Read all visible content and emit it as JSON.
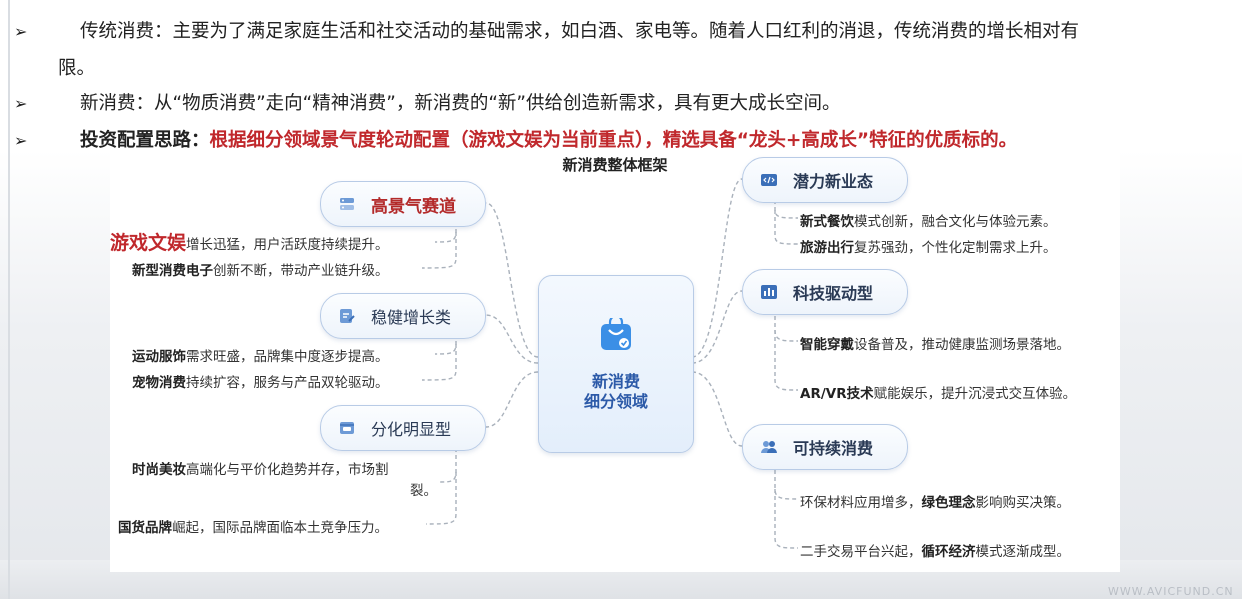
{
  "bullets": {
    "arrow_glyph": "➢",
    "line1_a": "传统消费：主要为了满足家庭生活和社交活动的基础需求，如白酒、家电等。随着人口红利的消退，传统消费的增长相对有",
    "line1_b": "限。",
    "line2": "新消费：从“物质消费”走向“精神消费”，新消费的“新”供给创造新需求，具有更大成长空间。",
    "line3_label": "投资配置思路：",
    "line3_text": "根据细分领域景气度轮动配置（游戏文娱为当前重点），精选具备“龙头+高成长”特征的优质标的。"
  },
  "framework": {
    "title": "新消费整体框架",
    "center_line1": "新消费",
    "center_line2": "细分领域",
    "left": [
      {
        "label": "高景气赛道",
        "icon": "server-icon",
        "items": [
          {
            "bold": "游戏文娱",
            "text": "增长迅猛，用户活跃度持续提升。"
          },
          {
            "bold": "新型消费电子",
            "text": "创新不断，带动产业链升级。"
          }
        ]
      },
      {
        "label": "稳健增长类",
        "icon": "edit-icon",
        "items": [
          {
            "bold": "运动服饰",
            "text": "需求旺盛，品牌集中度逐步提高。"
          },
          {
            "bold": "宠物消费",
            "text": "持续扩容，服务与产品双轮驱动。"
          }
        ]
      },
      {
        "label": "分化明显型",
        "icon": "basket-icon",
        "items": [
          {
            "bold": "时尚美妆",
            "text": "高端化与平价化趋势并存，市场割",
            "text2": "裂。"
          },
          {
            "bold": "国货品牌",
            "text": "崛起，国际品牌面临本土竞争压力。"
          }
        ]
      }
    ],
    "right": [
      {
        "label": "潜力新业态",
        "icon": "code-icon",
        "items": [
          {
            "bold": "新式餐饮",
            "text": "模式创新，融合文化与体验元素。"
          },
          {
            "bold": "旅游出行",
            "text": "复苏强劲，个性化定制需求上升。"
          }
        ]
      },
      {
        "label": "科技驱动型",
        "icon": "chart-icon",
        "items": [
          {
            "bold": "智能穿戴",
            "text": "设备普及，推动健康监测场景落地。"
          },
          {
            "bold": "AR/VR技术",
            "text": "赋能娱乐，提升沉浸式交互体验。"
          }
        ]
      },
      {
        "label": "可持续消费",
        "icon": "users-icon",
        "items": [
          {
            "pre": "环保材料应用增多，",
            "bold": "绿色理念",
            "text": "影响购买决策。"
          },
          {
            "pre": "二手交易平台兴起，",
            "bold": "循环经济",
            "text": "模式逐渐成型。"
          }
        ]
      }
    ]
  },
  "watermark": "WWW.AVICFUND.CN",
  "colors": {
    "accent_red": "#c0282c",
    "pill_border": "#b8cbe6",
    "center_text": "#2c5aa8",
    "connector": "#a9b1bb"
  }
}
